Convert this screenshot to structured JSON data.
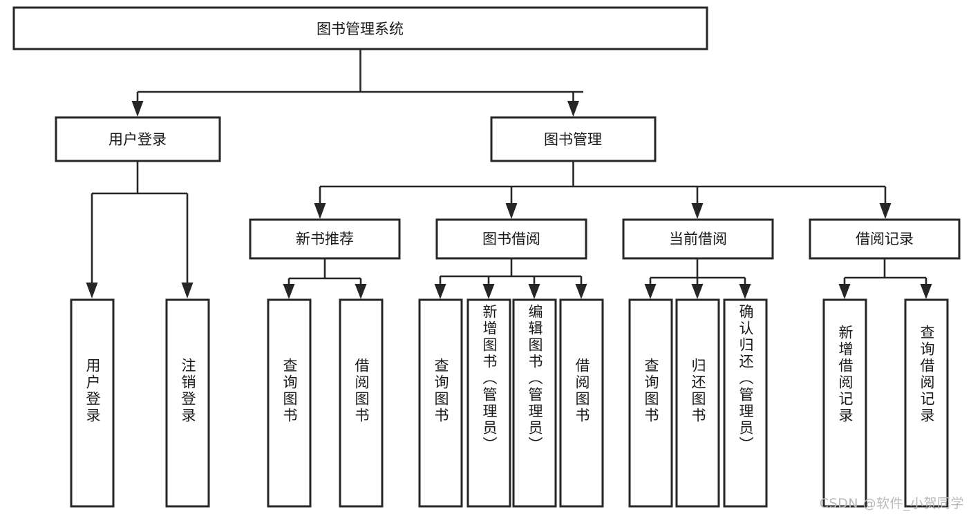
{
  "diagram": {
    "type": "tree",
    "orientation": "top-down",
    "root": {
      "id": "root",
      "label": "图书管理系统"
    },
    "level2": [
      {
        "id": "user-login",
        "label": "用户登录"
      },
      {
        "id": "book-manage",
        "label": "图书管理"
      }
    ],
    "level3": [
      {
        "id": "new-book-recommend",
        "label": "新书推荐",
        "parent": "book-manage"
      },
      {
        "id": "book-borrow",
        "label": "图书借阅",
        "parent": "book-manage"
      },
      {
        "id": "current-borrow",
        "label": "当前借阅",
        "parent": "book-manage"
      },
      {
        "id": "borrow-record",
        "label": "借阅记录",
        "parent": "book-manage"
      }
    ],
    "leaves": [
      {
        "id": "leaf-user-login",
        "label": "用户登录",
        "parent": "user-login"
      },
      {
        "id": "leaf-logout-login",
        "label": "注销登录",
        "parent": "user-login"
      },
      {
        "id": "leaf-query-book-1",
        "label": "查询图书",
        "parent": "new-book-recommend"
      },
      {
        "id": "leaf-borrow-book-1",
        "label": "借阅图书",
        "parent": "new-book-recommend"
      },
      {
        "id": "leaf-query-book-2",
        "label": "查询图书",
        "parent": "book-borrow"
      },
      {
        "id": "leaf-add-book",
        "label": "新增图书（管理员）",
        "parent": "book-borrow"
      },
      {
        "id": "leaf-edit-book",
        "label": "编辑图书（管理员）",
        "parent": "book-borrow"
      },
      {
        "id": "leaf-borrow-book-2",
        "label": "借阅图书",
        "parent": "book-borrow"
      },
      {
        "id": "leaf-query-book-3",
        "label": "查询图书",
        "parent": "current-borrow"
      },
      {
        "id": "leaf-return-book",
        "label": "归还图书",
        "parent": "current-borrow"
      },
      {
        "id": "leaf-confirm-return",
        "label": "确认归还（管理员）",
        "parent": "current-borrow"
      },
      {
        "id": "leaf-add-record",
        "label": "新增借阅记录",
        "parent": "borrow-record"
      },
      {
        "id": "leaf-query-record",
        "label": "查询借阅记录",
        "parent": "borrow-record"
      }
    ]
  },
  "watermark": {
    "text": "CSDN @软件_小贺同学"
  },
  "colors": {
    "box_stroke": "#262626",
    "box_fill": "#ffffff",
    "text": "#1a1a1a",
    "edge": "#262626",
    "watermark": "#b9b9b9",
    "background": "#ffffff"
  }
}
